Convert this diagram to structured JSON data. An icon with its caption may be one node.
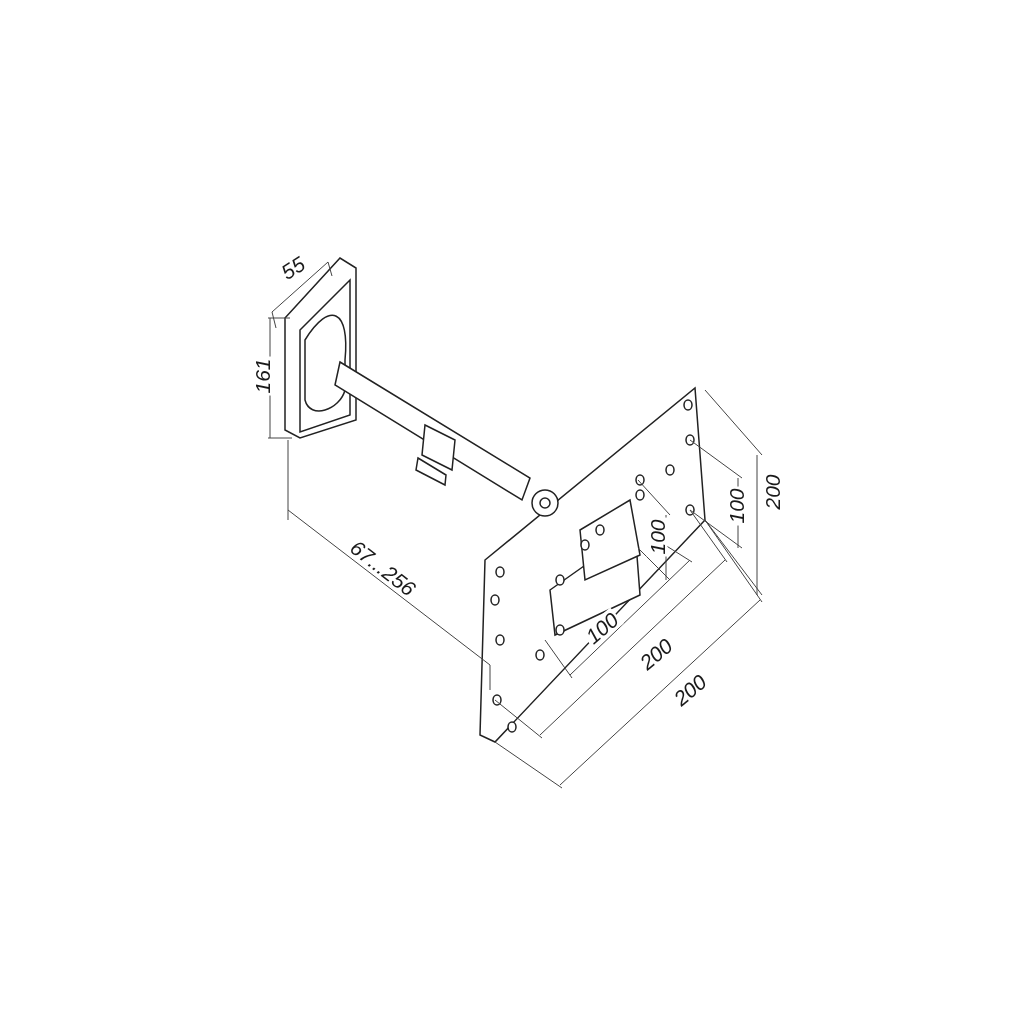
{
  "diagram": {
    "labels": [
      "55",
      "161",
      "200",
      "100",
      "100",
      "67...256",
      "100",
      "200",
      "200"
    ]
  }
}
